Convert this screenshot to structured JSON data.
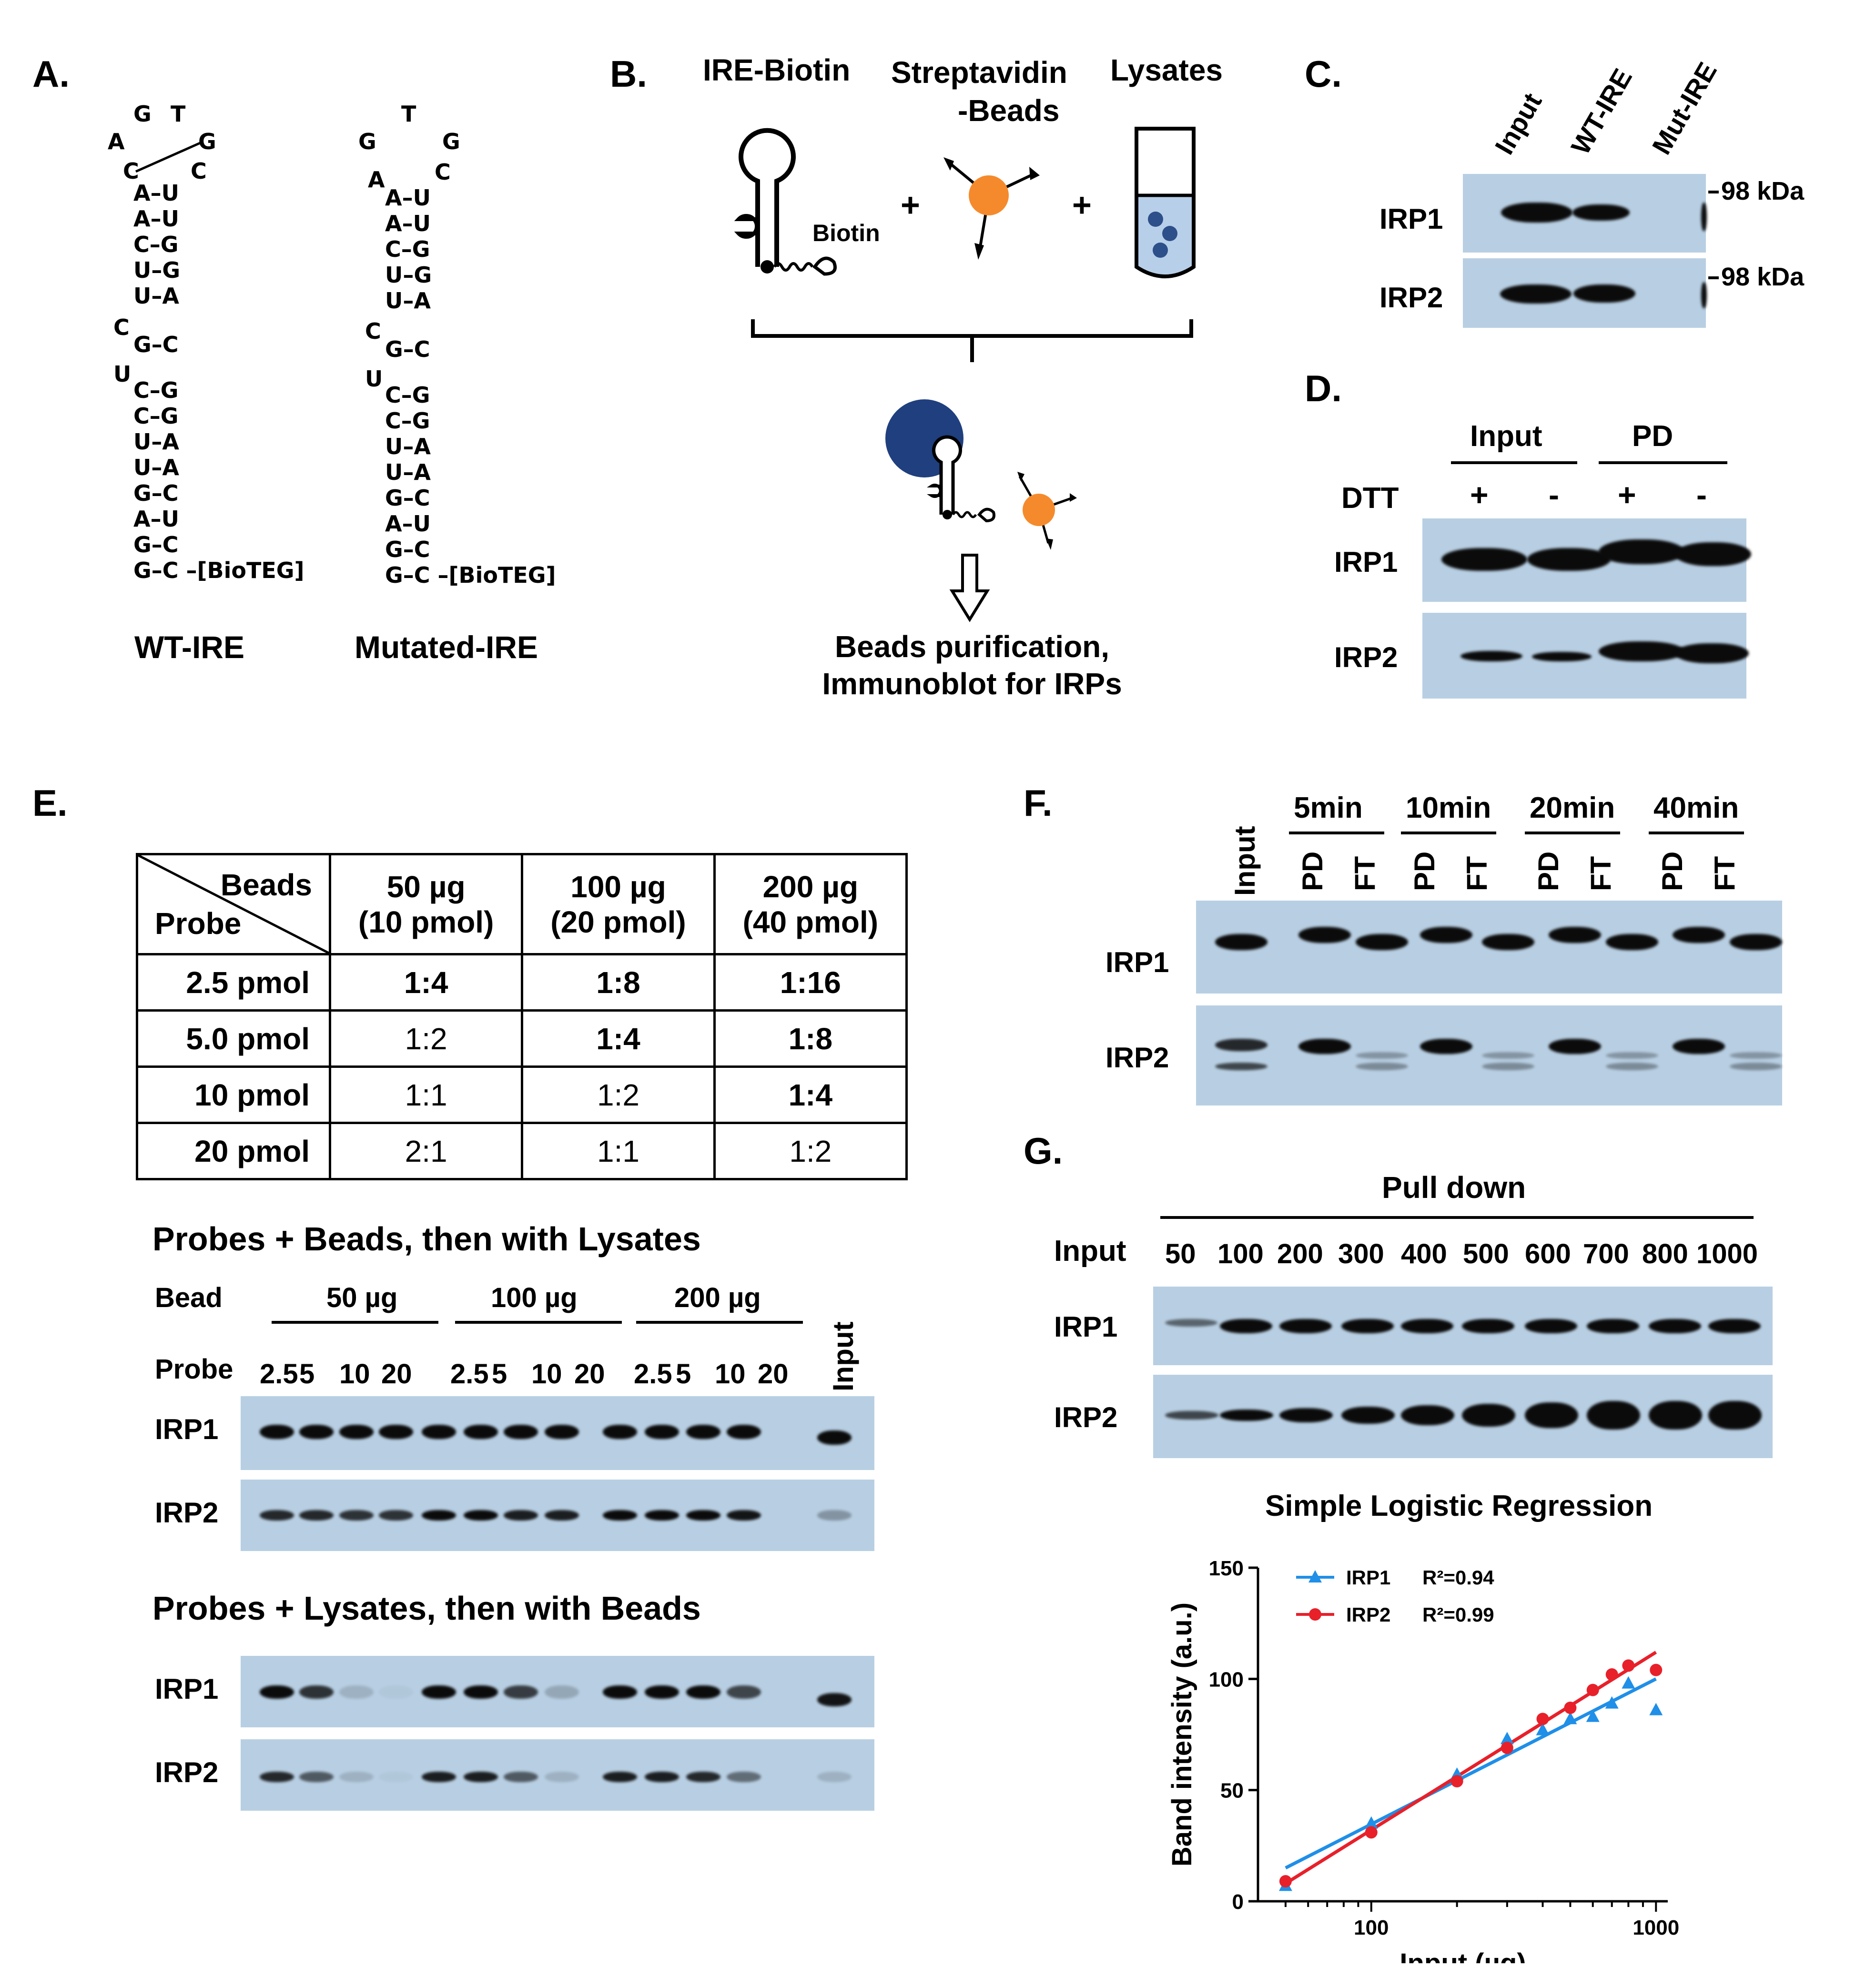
{
  "panel_labels": {
    "A": "A.",
    "B": "B.",
    "C": "C.",
    "D": "D.",
    "E": "E.",
    "F": "F.",
    "G": "G."
  },
  "panelA": {
    "wt_caption": "WT-IRE",
    "mut_caption": "Mutated-IRE",
    "wt_loop": {
      "g": "G",
      "t": "T",
      "a": "A",
      "g2": "G",
      "c1": "C",
      "c2": "C"
    },
    "mut_loop": {
      "g": "G",
      "t": "T",
      "g2": "G",
      "a": "A",
      "c": "C"
    },
    "pairs": [
      "A–U",
      "A–U",
      "C–G",
      "U–G",
      "U–A"
    ],
    "bulge_c": "C",
    "pairs2": [
      "G–C"
    ],
    "bulge_u": "U",
    "pairs3": [
      "C–G",
      "C–G",
      "U–A",
      "U–A",
      "G–C",
      "A–U",
      "G–C",
      "G–C –[BioTEG]"
    ]
  },
  "panelB": {
    "ire_biotin": "IRE-Biotin",
    "streptavidin": "Streptavidin",
    "beads": "-Beads",
    "lysates": "Lysates",
    "biotin": "Biotin",
    "plus": "+",
    "purification1": "Beads purification,",
    "purification2": "Immunoblot  for IRPs"
  },
  "panelC": {
    "lanes": [
      "Input",
      "WT-IRE",
      "Mut-IRE"
    ],
    "rows": [
      "IRP1",
      "IRP2"
    ],
    "marker": "98 kDa"
  },
  "panelD": {
    "groups": [
      "Input",
      "PD"
    ],
    "dtt": "DTT",
    "signs": [
      "+",
      "-",
      "+",
      "-"
    ],
    "rows": [
      "IRP1",
      "IRP2"
    ]
  },
  "panelE": {
    "table": {
      "corner_beads": "Beads",
      "corner_probe": "Probe",
      "col_headers": [
        [
          "50 µg",
          "(10 pmol)"
        ],
        [
          "100 µg",
          "(20 pmol)"
        ],
        [
          "200 µg",
          "(40 pmol)"
        ]
      ],
      "rows": [
        {
          "probe": "2.5 pmol",
          "cells": [
            "1:4",
            "1:8",
            "1:16"
          ],
          "bold": [
            true,
            true,
            true
          ]
        },
        {
          "probe": "5.0 pmol",
          "cells": [
            "1:2",
            "1:4",
            "1:8"
          ],
          "bold": [
            false,
            true,
            true
          ]
        },
        {
          "probe": "10 pmol",
          "cells": [
            "1:1",
            "1:2",
            "1:4"
          ],
          "bold": [
            false,
            false,
            true
          ]
        },
        {
          "probe": "20 pmol",
          "cells": [
            "2:1",
            "1:1",
            "1:2"
          ],
          "bold": [
            false,
            false,
            false
          ]
        }
      ]
    },
    "title1": "Probes + Beads, then with Lysates",
    "title2": "Probes + Lysates, then with Beads",
    "bead_label": "Bead",
    "probe_label": "Probe",
    "bead_groups": [
      "50 µg",
      "100 µg",
      "200 µg"
    ],
    "probe_values": [
      "2.5",
      "5",
      "10",
      "20",
      "2.5",
      "5",
      "10",
      "20",
      "2.5",
      "5",
      "10",
      "20"
    ],
    "input": "Input",
    "rows": [
      "IRP1",
      "IRP2"
    ]
  },
  "panelF": {
    "input": "Input",
    "times": [
      "5min",
      "10min",
      "20min",
      "40min"
    ],
    "sub": [
      "PD",
      "FT"
    ],
    "rows": [
      "IRP1",
      "IRP2"
    ]
  },
  "panelG": {
    "pull_down": "Pull down",
    "input": "Input",
    "amounts": [
      "50",
      "100",
      "200",
      "300",
      "400",
      "500",
      "600",
      "700",
      "800",
      "1000"
    ],
    "rows": [
      "IRP1",
      "IRP2"
    ]
  },
  "chart_data": {
    "type": "scatter",
    "title": "Simple Logistic Regression",
    "xlabel": "Input (µg)",
    "ylabel": "Band intensity (a.u.)",
    "x_scale": "log",
    "xlim": [
      40,
      1100
    ],
    "ylim": [
      0,
      150
    ],
    "x_ticks": [
      "100",
      "1000"
    ],
    "y_ticks": [
      "0",
      "50",
      "100",
      "150"
    ],
    "legend_position": "top-left",
    "series": [
      {
        "name": "IRP1",
        "r2": "R²=0.94",
        "color": "#1f8fe8",
        "marker": "triangle",
        "x": [
          50,
          100,
          200,
          300,
          400,
          500,
          600,
          700,
          800,
          1000
        ],
        "y": [
          7,
          35,
          57,
          73,
          77,
          82,
          83,
          89,
          98,
          86
        ],
        "fit": [
          [
            50,
            15
          ],
          [
            1000,
            100
          ]
        ]
      },
      {
        "name": "IRP2",
        "r2": "R²=0.99",
        "color": "#e8202a",
        "marker": "circle",
        "x": [
          50,
          100,
          200,
          300,
          400,
          500,
          600,
          700,
          800,
          1000
        ],
        "y": [
          9,
          31,
          54,
          69,
          82,
          87,
          95,
          102,
          106,
          104
        ],
        "fit": [
          [
            50,
            8
          ],
          [
            1000,
            112
          ]
        ]
      }
    ]
  }
}
